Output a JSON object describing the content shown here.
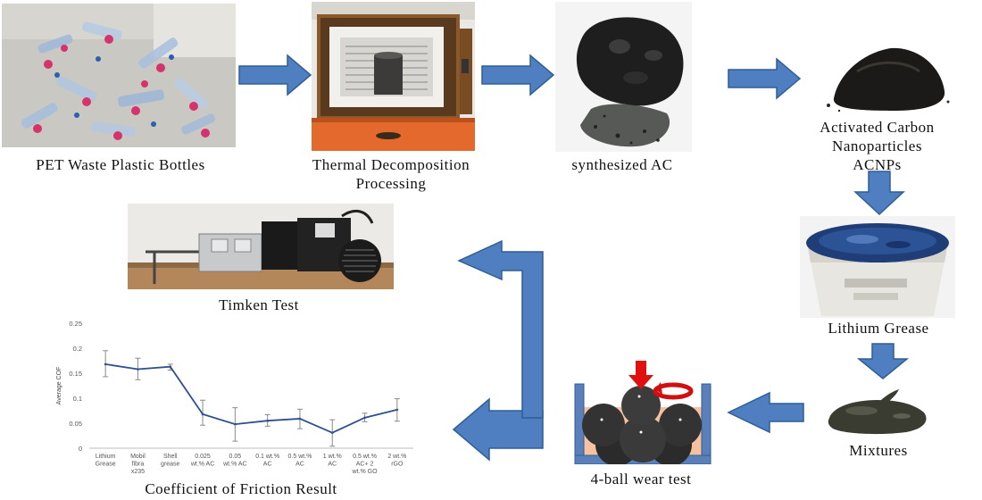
{
  "steps": {
    "pet_bottles": "PET Waste Plastic Bottles",
    "thermal": "Thermal Decomposition Processing",
    "synthesized": "synthesized AC",
    "acnp_line1": "Activated Carbon",
    "acnp_line2": "Nanoparticles",
    "acnp_line3": "ACNPs",
    "lithium": "Lithium Grease",
    "mixtures": "Mixtures",
    "four_ball": "4-ball wear test",
    "timken": "Timken Test",
    "cof_result": "Coefficient of Friction Result"
  },
  "colors": {
    "arrow_fill": "#4f7fc0",
    "arrow_stroke": "#2e5f95",
    "line": "#2f4f8f",
    "error": "#8a8a8a"
  },
  "chart_data": {
    "type": "line",
    "ylabel": "Average COF",
    "ylim": [
      0,
      0.25
    ],
    "yticks": [
      "0",
      "0.05",
      "0.1",
      "0.15",
      "0.2",
      "0.25"
    ],
    "categories": [
      [
        "Lithium",
        "Grease"
      ],
      [
        "Mobil",
        "fibra",
        "x235"
      ],
      [
        "Shell",
        "grease"
      ],
      [
        "0.025",
        "wt.% AC"
      ],
      [
        "0.05",
        "wt.% AC"
      ],
      [
        "0.1 wt.%",
        "AC"
      ],
      [
        "0.5 wt.%",
        "AC"
      ],
      [
        "1 wt.%",
        "AC"
      ],
      [
        "0.5 wt.%",
        "AC+ 2",
        "wt.% GO"
      ],
      [
        "2 wt.%",
        "rGO"
      ]
    ],
    "values": [
      0.168,
      0.158,
      0.163,
      0.068,
      0.048,
      0.055,
      0.059,
      0.031,
      0.061,
      0.077
    ],
    "error_low": [
      0.143,
      0.137,
      0.156,
      0.046,
      0.014,
      0.044,
      0.039,
      0.004,
      0.053,
      0.054
    ],
    "error_high": [
      0.195,
      0.18,
      0.168,
      0.096,
      0.081,
      0.067,
      0.078,
      0.057,
      0.07,
      0.099
    ]
  }
}
